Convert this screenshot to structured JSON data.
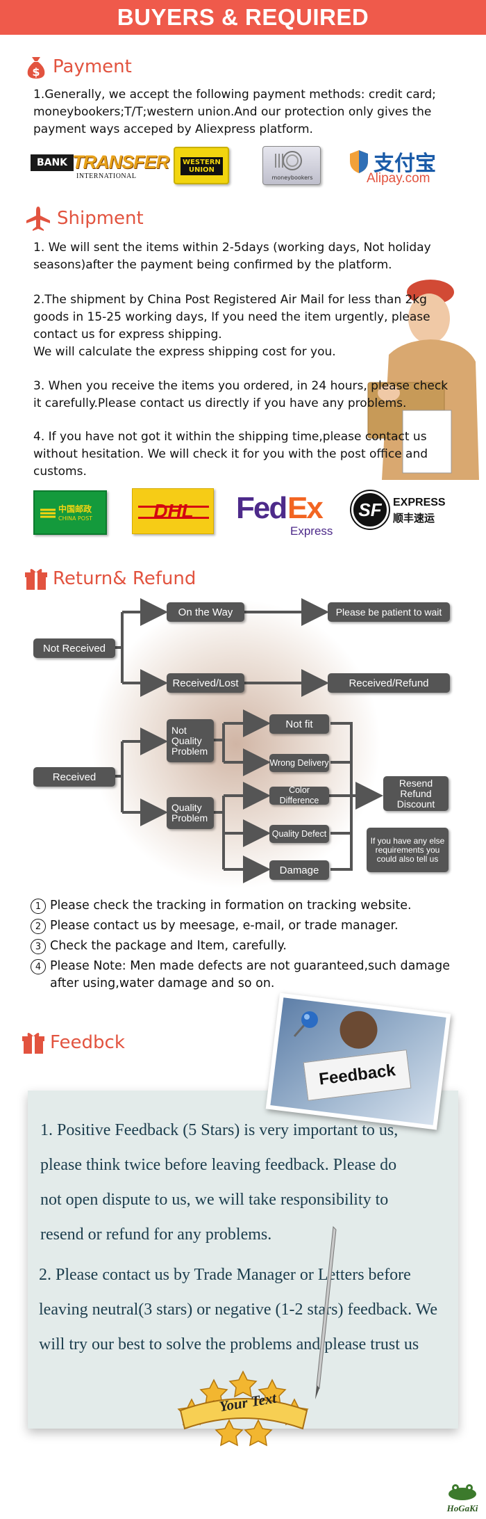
{
  "banner": {
    "title": "BUYERS & REQUIRED"
  },
  "payment": {
    "title": "Payment",
    "text": "1.Generally, we accept the following payment methods: credit card; moneybookers;T/T;western union.And our protection only gives the payment ways acceped by Aliexpress platform.",
    "logos": {
      "bank_a": "BANK",
      "bank_b": "TRANSFER",
      "bank_c": "INTERNATIONAL",
      "western_a": "WESTERN",
      "western_b": "UNION",
      "moneybookers": "moneybookers",
      "alipay_cn": "支付宝",
      "alipay_en": "Alipay.com"
    }
  },
  "shipment": {
    "title": "Shipment",
    "p1": "1. We will sent the items within 2-5days (working days, Not holiday seasons)after the payment being confirmed by the platform.",
    "p2a": "2.The shipment by China Post Registered Air Mail for less than  2kg goods in 15-25 working days, If  you need the item urgently, please contact us for express shipping.",
    "p2b": "We will calculate the express shipping cost for you.",
    "p3": "3. When you receive the items you ordered, in 24 hours, please check  it carefully.Please contact us directly if you have any problems.",
    "p4": "4. If you have not got it within the shipping time,please contact us without hesitation. We will check it for you with the post office and customs.",
    "logos": {
      "chinapost_cn": "中国邮政",
      "chinapost_en": "CHINA POST",
      "dhl": "DHL",
      "fedex_a": "Fed",
      "fedex_b": "Ex",
      "fedex_c": "Express",
      "sf_mark": "SF",
      "sf_en": "EXPRESS",
      "sf_cn": "顺丰速运"
    }
  },
  "refund": {
    "title": "Return& Refund",
    "flow": {
      "not_received": "Not Received",
      "on_the_way": "On the Way",
      "be_patient": "Please be patient to wait",
      "received_lost": "Received/Lost",
      "received_refund": "Received/Refund",
      "received": "Received",
      "not_quality": "Not Quality Problem",
      "quality": "Quality Problem",
      "not_fit": "Not fit",
      "wrong_delivery": "Wrong Delivery",
      "color_difference": "Color Difference",
      "quality_defect": "Quality Defect",
      "damage": "Damage",
      "resend": "Resend Refund Discount",
      "else": "If you have any else requirements you could also tell us"
    },
    "notes": [
      {
        "num": "1",
        "text": "Please check the tracking in formation on tracking website."
      },
      {
        "num": "2",
        "text": "Please contact us by meesage, e-mail, or trade manager."
      },
      {
        "num": "3",
        "text": "Check the package and Item, carefully."
      },
      {
        "num": "4",
        "text": "Please Note: Men made defects  are not guaranteed,such damage after using,water damage and so on."
      }
    ]
  },
  "feedback": {
    "title": "Feedbck",
    "sign": "Feedback",
    "lines": [
      "1. Positive Feedback (5 Stars) is very important to us,",
      "please think twice before leaving feedback. Please do",
      "not open dispute to us,   we will take responsibility to",
      "resend or refund for any problems.",
      "2. Please contact us by Trade Manager or Letters before",
      "leaving neutral(3 stars) or negative (1-2 stars) feedback. We",
      "will try our best to solve the problems and please trust us"
    ],
    "badge": "Your Text",
    "brand": "HoGaKi"
  }
}
